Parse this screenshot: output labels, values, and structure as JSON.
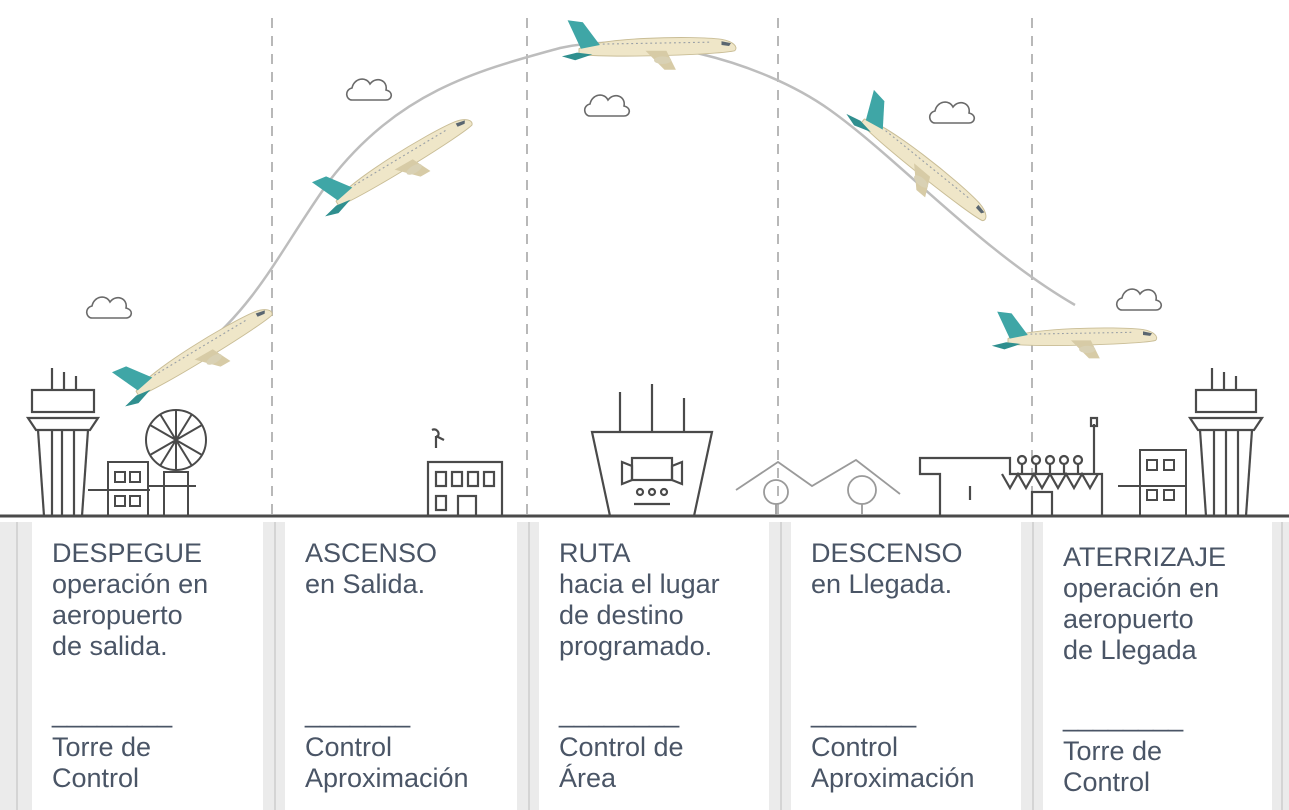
{
  "phases": [
    {
      "title": "DESPEGUE",
      "description": [
        "operación en",
        "aeropuerto",
        "de salida."
      ],
      "separator": "________",
      "control": [
        "Torre de",
        "Control"
      ]
    },
    {
      "title": "ASCENSO",
      "description": [
        "en Salida."
      ],
      "separator": "_______",
      "control": [
        "Control",
        "Aproximación"
      ]
    },
    {
      "title": "RUTA",
      "description": [
        "hacia el lugar",
        "de destino",
        "programado."
      ],
      "separator": "________",
      "control": [
        "Control de",
        "Área"
      ]
    },
    {
      "title": "DESCENSO",
      "description": [
        "en Llegada."
      ],
      "separator": "_______",
      "control": [
        "Control",
        "Aproximación"
      ]
    },
    {
      "title": "ATERRIZAJE",
      "description": [
        "operación en",
        "aeropuerto",
        "de Llegada"
      ],
      "separator": "________",
      "control": [
        "Torre de",
        "Control"
      ]
    }
  ],
  "colors": {
    "text": "#4a5566",
    "line": "#4a4a4a",
    "fuselage": "#efe6c8",
    "tail": "#3fa6a6",
    "path": "#bdbdbd",
    "gutter": "#ebebeb"
  },
  "icons": [
    "airplane-icon",
    "cloud-icon",
    "control-tower-icon",
    "radar-dome-icon",
    "building-icon",
    "area-control-center-icon",
    "mountains-icon",
    "terminal-icon"
  ]
}
